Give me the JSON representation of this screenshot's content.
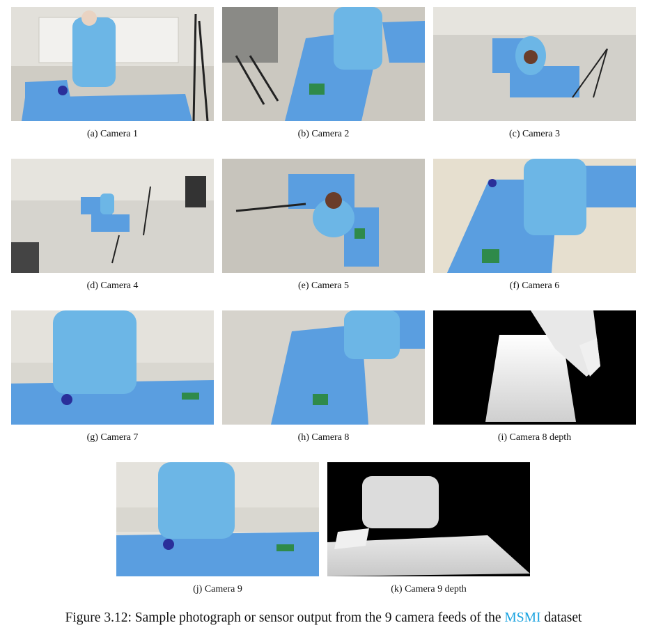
{
  "panels": [
    {
      "id": "a",
      "caption": "(a) Camera 1"
    },
    {
      "id": "b",
      "caption": "(b) Camera 2"
    },
    {
      "id": "c",
      "caption": "(c) Camera 3"
    },
    {
      "id": "d",
      "caption": "(d) Camera 4"
    },
    {
      "id": "e",
      "caption": "(e) Camera 5"
    },
    {
      "id": "f",
      "caption": "(f) Camera 6"
    },
    {
      "id": "g",
      "caption": "(g) Camera 7"
    },
    {
      "id": "h",
      "caption": "(h) Camera 8"
    },
    {
      "id": "i",
      "caption": "(i) Camera 8 depth"
    },
    {
      "id": "j",
      "caption": "(j) Camera 9"
    },
    {
      "id": "k",
      "caption": "(k) Camera 9 depth"
    }
  ],
  "figure_caption": {
    "prefix": "Figure 3.12: Sample photograph or sensor output from the 9 camera feeds of the",
    "citation": "MSMI",
    "suffix": "dataset"
  },
  "colors": {
    "gown": "#6cb6e6",
    "drape": "#5a9ee0",
    "floor": "#cfccc4",
    "wall": "#e4e2dc",
    "glove": "#2a2f9a",
    "green_pad": "#2f8a4a"
  }
}
